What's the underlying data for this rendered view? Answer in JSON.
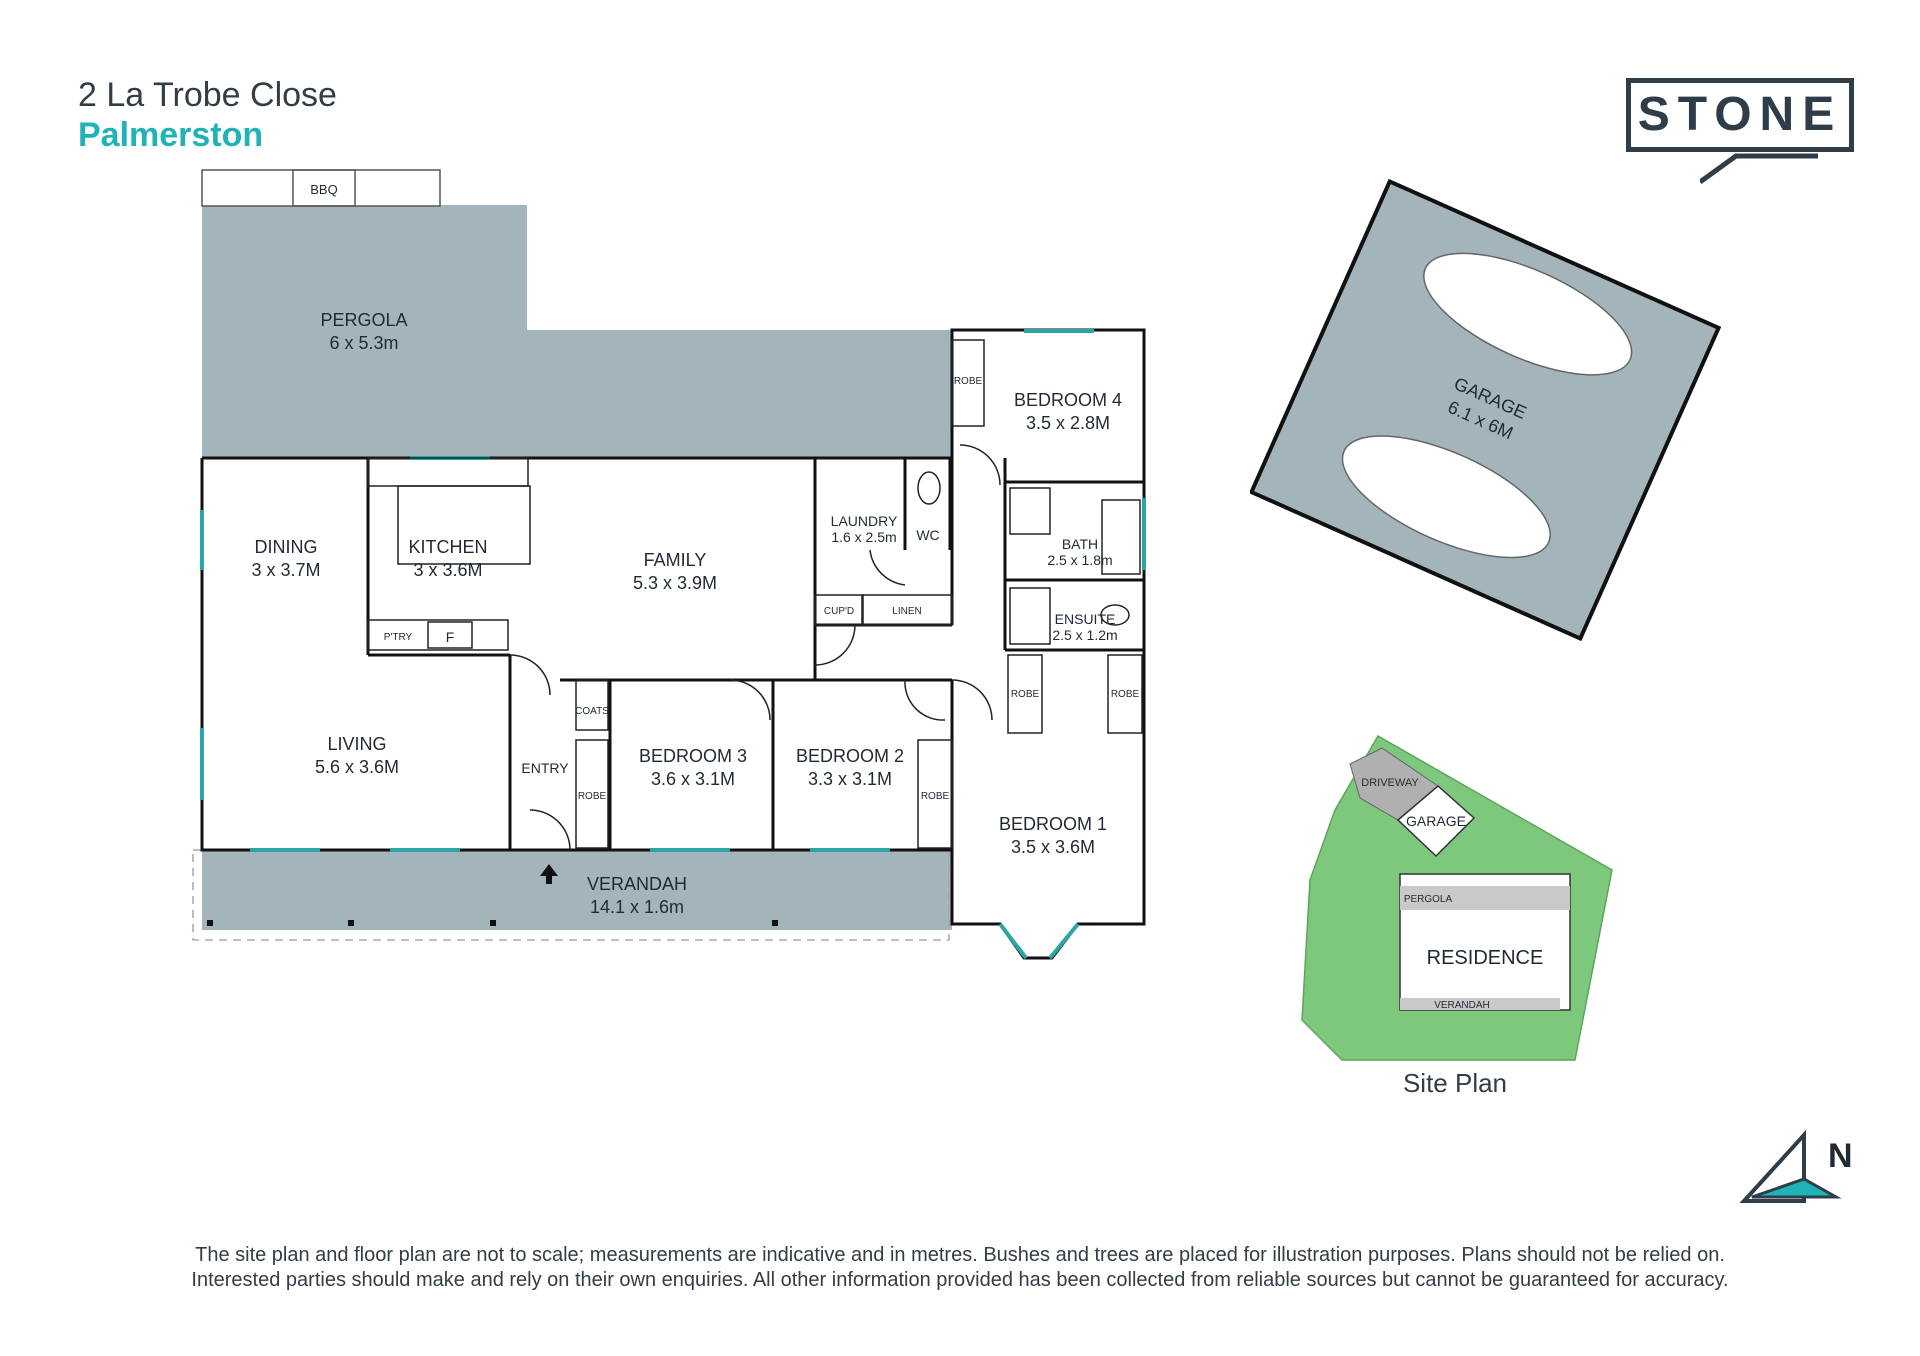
{
  "header": {
    "address": "2 La Trobe Close",
    "suburb": "Palmerston"
  },
  "brand": {
    "logo_text": "STONE",
    "accent_color": "#1fb3b8",
    "dark_color": "#2f3d48",
    "outdoor_fill": "#a3b5ba",
    "site_green": "#7ec87e"
  },
  "rooms": {
    "pergola": {
      "name": "PERGOLA",
      "size": "6 x 5.3m"
    },
    "bbq": "BBQ",
    "dining": {
      "name": "DINING",
      "size": "3 x 3.7M"
    },
    "kitchen": {
      "name": "KITCHEN",
      "size": "3 x 3.6M"
    },
    "family": {
      "name": "FAMILY",
      "size": "5.3 x 3.9M"
    },
    "laundry": {
      "name": "LAUNDRY",
      "size": "1.6 x 2.5m"
    },
    "wc": "WC",
    "cupd": "CUP'D",
    "linen": "LINEN",
    "bedroom4": {
      "name": "BEDROOM 4",
      "size": "3.5 x 2.8M"
    },
    "bath": {
      "name": "BATH",
      "size": "2.5 x 1.8m"
    },
    "ensuite": {
      "name": "ENSUITE",
      "size": "2.5 x 1.2m"
    },
    "pantry": "P'TRY",
    "fridge": "F",
    "coats": "COATS",
    "entry": "ENTRY",
    "living": {
      "name": "LIVING",
      "size": "5.6 x 3.6M"
    },
    "bedroom3": {
      "name": "BEDROOM 3",
      "size": "3.6 x 3.1M"
    },
    "bedroom2": {
      "name": "BEDROOM 2",
      "size": "3.3 x 3.1M"
    },
    "bedroom1": {
      "name": "BEDROOM 1",
      "size": "3.5 x 3.6M"
    },
    "verandah": {
      "name": "VERANDAH",
      "size": "14.1 x 1.6m"
    },
    "robe": "ROBE",
    "garage": {
      "name": "GARAGE",
      "size": "6.1 x 6M"
    }
  },
  "site_plan": {
    "caption": "Site Plan",
    "driveway": "DRIVEWAY",
    "garage": "GARAGE",
    "pergola": "PERGOLA",
    "residence": "RESIDENCE",
    "verandah": "VERANDAH"
  },
  "compass": {
    "label": "N"
  },
  "disclaimer": {
    "line1": "The site plan and floor plan are not to scale; measurements are indicative and in metres. Bushes and trees are placed for illustration purposes. Plans should not be relied on.",
    "line2": "Interested parties should make and rely on their own enquiries. All other information provided has been collected from reliable sources but cannot be guaranteed for accuracy."
  }
}
